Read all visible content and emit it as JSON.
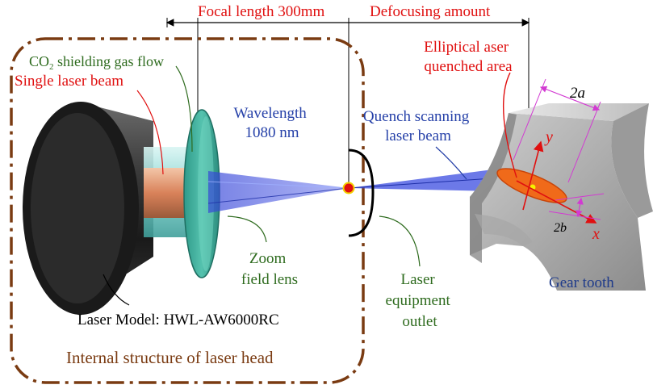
{
  "dimensions": {
    "focal_length": "Focal length 300mm",
    "defocusing": "Defocusing amount"
  },
  "labels": {
    "co2_prefix": "CO",
    "co2_sub": "2",
    "co2_suffix": " shielding gas flow",
    "single_beam": "Single laser beam",
    "wavelength_1": "Wavelength",
    "wavelength_2": "1080 nm",
    "quench_1": "Quench scanning",
    "quench_2": "laser beam",
    "elliptical_1": "Elliptical aser",
    "elliptical_2": "quenched area",
    "zoom_1": "Zoom",
    "zoom_2": "field lens",
    "outlet_1": "Laser",
    "outlet_2": "equipment",
    "outlet_3": "outlet",
    "model": "Laser Model: HWL-AW6000RC",
    "head": "Internal structure of laser head",
    "gear": "Gear tooth",
    "dim_2a": "2a",
    "dim_2b": "2b",
    "axis_x": "x",
    "axis_y": "y"
  },
  "colors": {
    "dimension": "#e01010",
    "annotation_red": "#e01010",
    "annotation_green": "#2e6b1e",
    "annotation_blue": "#2540a8",
    "head_border": "#7a3b12",
    "gear_text": "#1e3a8a",
    "axis": "#e01010",
    "magenta": "#d23ad2"
  }
}
